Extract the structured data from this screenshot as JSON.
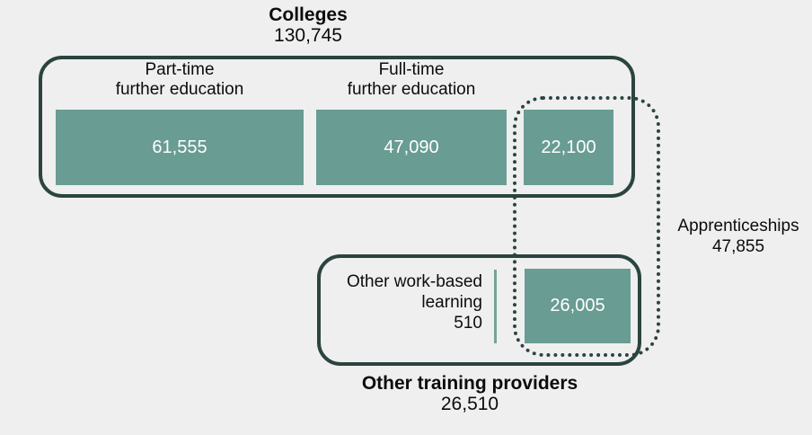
{
  "canvas": {
    "background": "#efefef"
  },
  "colors": {
    "bar_fill": "#699c93",
    "outline": "#2b443f",
    "text": "#0b0c0c",
    "bar_value_text": "#ffffff",
    "tick": "#74a39a"
  },
  "colleges": {
    "title": "Colleges",
    "total": "130,745",
    "part_time": {
      "label_line1": "Part-time",
      "label_line2": "further education",
      "value": "61,555"
    },
    "full_time": {
      "label_line1": "Full-time",
      "label_line2": "further education",
      "value": "47,090"
    },
    "apprenticeships_overlap_value": "22,100"
  },
  "apprenticeships": {
    "title": "Apprenticeships",
    "total": "47,855"
  },
  "other_training_providers": {
    "title": "Other training providers",
    "total": "26,510",
    "other_work_based_learning": {
      "label_line1": "Other work-based",
      "label_line2": "learning",
      "value": "510"
    },
    "apprenticeships_overlap_value": "26,005"
  },
  "chart_data": {
    "type": "euler-diagram",
    "groups": [
      {
        "name": "Colleges",
        "total": 130745,
        "segments": [
          {
            "label": "Part-time further education",
            "value": 61555
          },
          {
            "label": "Full-time further education",
            "value": 47090
          },
          {
            "label": "Apprenticeships (within colleges)",
            "value": 22100
          }
        ]
      },
      {
        "name": "Other training providers",
        "total": 26510,
        "segments": [
          {
            "label": "Other work-based learning",
            "value": 510
          },
          {
            "label": "Apprenticeships (within other training providers)",
            "value": 26005
          }
        ]
      },
      {
        "name": "Apprenticeships",
        "total": 47855,
        "overlaps": [
          "Colleges",
          "Other training providers"
        ]
      }
    ]
  }
}
